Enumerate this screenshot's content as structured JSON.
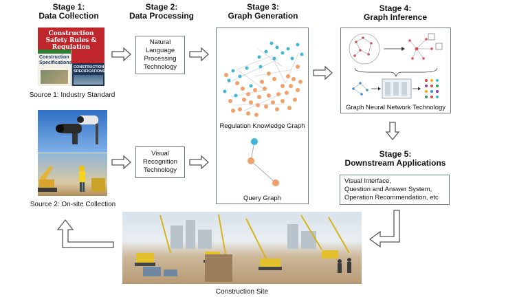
{
  "stages": [
    {
      "id": "s1",
      "line1": "Stage 1:",
      "line2": "Data Collection"
    },
    {
      "id": "s2",
      "line1": "Stage 2:",
      "line2": "Data Processing"
    },
    {
      "id": "s3",
      "line1": "Stage 3:",
      "line2": "Graph Generation"
    },
    {
      "id": "s4",
      "line1": "Stage 4:",
      "line2": "Graph Inference"
    },
    {
      "id": "s5",
      "line1": "Stage 5:",
      "line2": "Downstream Applications"
    }
  ],
  "sources": {
    "source1": "Source 1: Industry Standard",
    "source2": "Source 2: On-site Collection"
  },
  "books": {
    "book1": "Construction Safety Rules & Regulation",
    "book2": "Construction Specifications",
    "book3": "CONSTRUCTION SPECIFICATIONS"
  },
  "processing": {
    "nlp": [
      "Natural",
      "Language",
      "Processing",
      "Technology"
    ],
    "vision": [
      "Visual",
      "Recognition",
      "Technology"
    ]
  },
  "graphs": {
    "knowledge_graph": "Regulation Knowledge Graph",
    "query_graph": "Query Graph"
  },
  "inference": {
    "caption": "Graph Neural Network Technology"
  },
  "applications": {
    "lines": [
      "Visual Interface,",
      "Question and Answer System,",
      "Operation Recommendation, etc"
    ]
  },
  "site": {
    "caption": "Construction Site"
  },
  "colors": {
    "node_orange": "#f2a06b",
    "node_blue": "#3fb6d9",
    "box_border": "#6b7b8c",
    "book_red": "#c0272d"
  }
}
